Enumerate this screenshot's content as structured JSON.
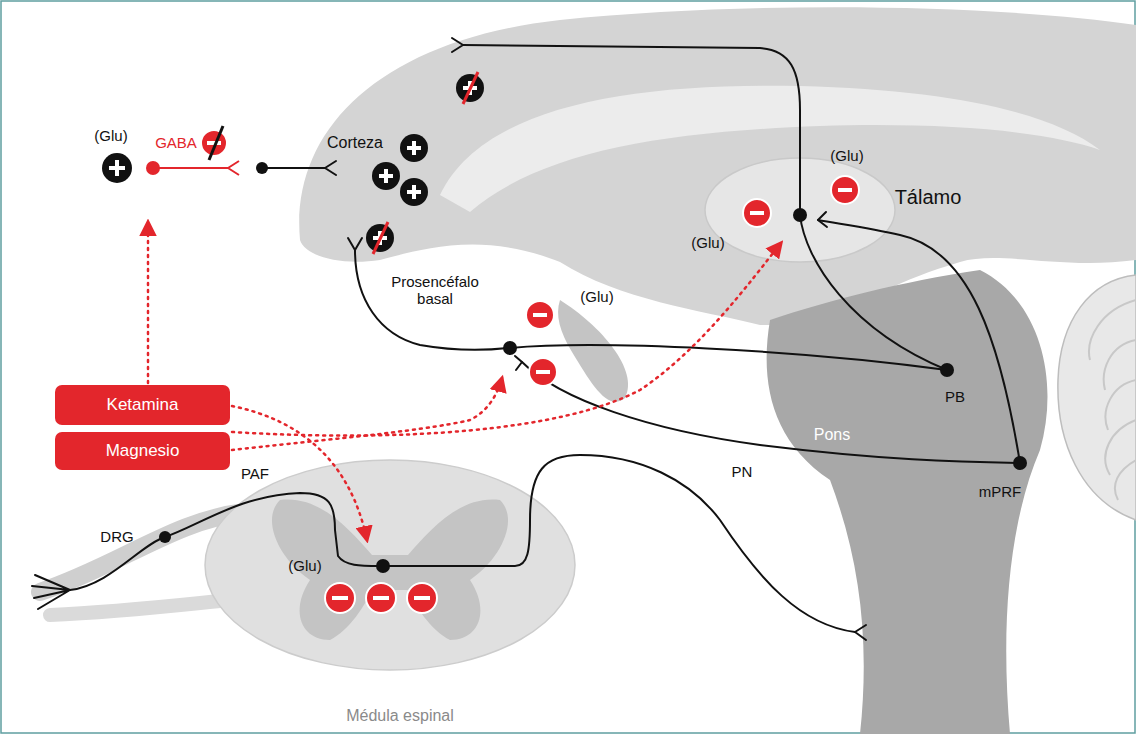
{
  "diagram": {
    "nodes": [
      {
        "text": [
          "Ketamina"
        ]
      },
      {
        "text": [
          "Magnesio"
        ]
      }
    ],
    "labels": [
      "(Glu)",
      "GABA",
      "Corteza",
      "(Glu)",
      "Tálamo",
      "(Glu)",
      "Prosencéfalo basal",
      "(Glu)",
      "PB",
      "Pons",
      "mPRF",
      "PAF",
      "DRG",
      "(Glu)",
      "PN",
      "Médula espinal"
    ]
  }
}
